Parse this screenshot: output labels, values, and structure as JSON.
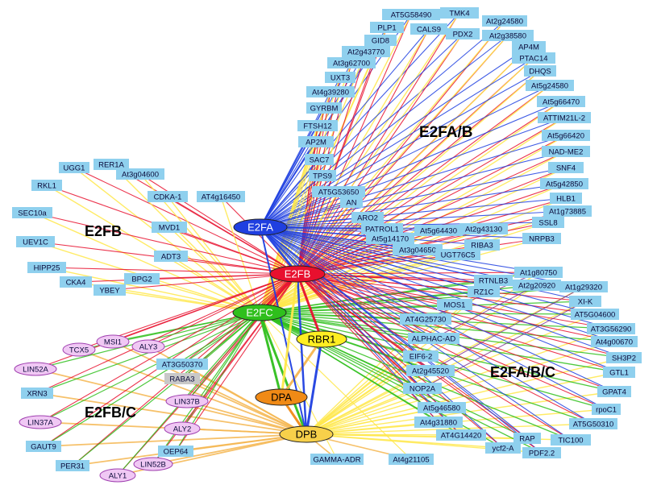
{
  "colors": {
    "e2fa": "#1f3fe0",
    "e2fb": "#e8102e",
    "e2fc": "#2fbf1c",
    "rbr1": "#ffee22",
    "dpa": "#f08a16",
    "dpb": "#f7d04a",
    "box": "#8fd0ee",
    "ellipse_pink": "#f0c8f4",
    "raba3": "#c8c8c8",
    "edge_yellow": "#ffe84a",
    "edge_orange": "#f5b650",
    "edge_purple": "#7a2a8a"
  },
  "clusters": {
    "e2fab": "E2FA/B",
    "e2fb": "E2FB",
    "e2fabc": "E2FA/B/C",
    "e2fbc": "E2FB/C"
  },
  "hubs": {
    "e2fa": "E2FA",
    "e2fb": "E2FB",
    "e2fc": "E2FC",
    "rbr1": "RBR1",
    "dpa": "DPA",
    "dpb": "DPB"
  },
  "nodes": {
    "n0": "AT5G58490",
    "n1": "TMK4",
    "n2": "At2g24580",
    "n3": "PLP1",
    "n4": "CALS9",
    "n5": "PDX2",
    "n6": "At2g38580",
    "n7": "GID8",
    "n8": "AP4M",
    "n9": "At2g43770",
    "n10": "PTAC14",
    "n11": "At3g62700",
    "n12": "DHQS",
    "n13": "UXT3",
    "n14": "At5g24580",
    "n15": "At4g39280",
    "n16": "At5g66470",
    "n17": "GYRBM",
    "n18": "ATTIM21L-2",
    "n19": "FTSH12",
    "n20": "At5g66420",
    "n21": "AP2M",
    "n22": "NAD-ME2",
    "n23": "SAC7",
    "n24": "SNF4",
    "n25": "TPS9",
    "n26": "At5g42850",
    "n27": "AT5G53650",
    "n28": "AN",
    "n29": "HLB1",
    "n30": "At1g73885",
    "n31": "ARO2",
    "n32": "SSL8",
    "n33": "At2g43130",
    "n34": "At5g64430",
    "n35": "PATROL1",
    "n36": "NRPB3",
    "n37": "At5g14170",
    "n38": "RIBA3",
    "n39": "At3g04650",
    "n40": "UGT76C5",
    "n41": "At1g80750",
    "n42": "RTNLB3",
    "n43": "At2g20920",
    "n44": "At1g29320",
    "n45": "RZ1C",
    "n46": "MOS1",
    "n47": "XI-K",
    "n48": "AT5G04600",
    "n49": "AT4G25730",
    "n50": "AT3G56290",
    "n51": "ALPHAC-AD",
    "n52": "At4g00670",
    "n53": "SH3P2",
    "n54": "EIF6-2",
    "n55": "At2g45520",
    "n56": "GTL1",
    "n57": "NOP2A",
    "n58": "GPAT4",
    "n59": "rpoC1",
    "n60": "At5g46580",
    "n61": "AT5G50310",
    "n62": "At4g31880",
    "n63": "AT4G14420",
    "n64": "RAP",
    "n65": "TIC100",
    "n66": "ycf2-A",
    "n67": "PDF2.2",
    "n68": "At4g21105",
    "n69": "GAMMA-ADR",
    "n70": "UGG1",
    "n71": "RER1A",
    "n72": "At3g04600",
    "n73": "RKL1",
    "n74": "CDKA-1",
    "n75": "AT4g16450",
    "n76": "SEC10a",
    "n77": "MVD1",
    "n78": "UEV1C",
    "n79": "ADT3",
    "n80": "HIPP25",
    "n81": "BPG2",
    "n82": "CKA4",
    "n83": "YBEY",
    "n84": "MSI1",
    "n85": "ALY3",
    "n86": "TCX5",
    "n87": "AT3G50370",
    "n88": "LIN52A",
    "n89": "RABA3",
    "n90": "XRN3",
    "n91": "LIN37B",
    "n92": "LIN37A",
    "n93": "ALY2",
    "n94": "GAUT9",
    "n95": "OEP64",
    "n96": "PER31",
    "n97": "LIN52B",
    "n98": "ALY1"
  }
}
